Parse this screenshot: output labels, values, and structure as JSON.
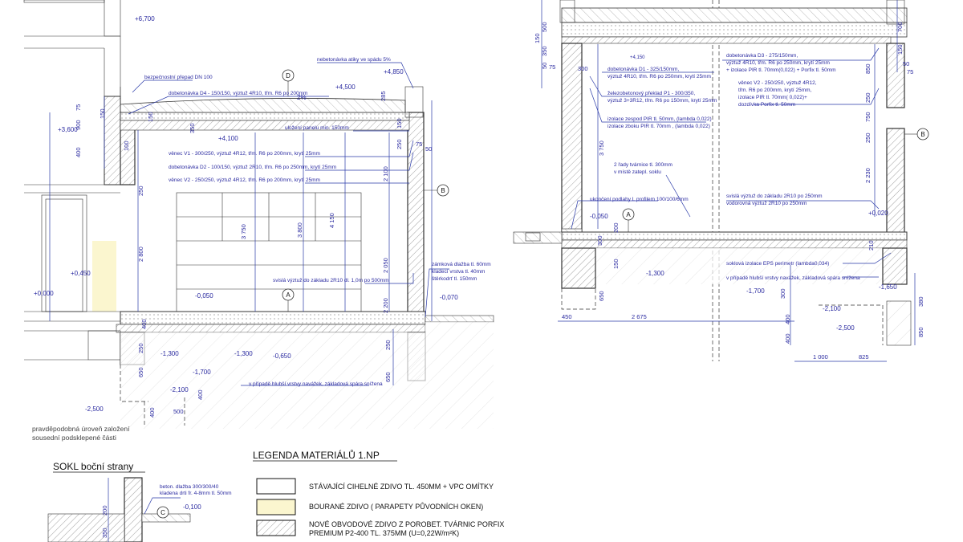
{
  "left_section": {
    "levels": [
      "+6,700",
      "+4,850",
      "+4,500",
      "+4,100",
      "+3,600",
      "+0,450",
      "+0,000",
      "-0,050",
      "-0,070",
      "-1,300",
      "-0,650",
      "-1,300",
      "-1,700",
      "-2,100",
      "-2,500"
    ],
    "labels": [
      "nebetonávka atiky ve spádu 5%",
      "bezpečnostní přepad DN 100",
      "dobetonávka D4 - 150/150, výztuž 4R10, třm. R6 po 200mm",
      "uložení panelu min. 150mm",
      "věnec V1 - 300/250, výztuž 4R12, třm. R6 po 200mm, krytí 25mm",
      "dobetonávka D2 - 100/150, výztuž 2R10, třm. R6 po 250mm, krytí 25mm",
      "věnec V2 - 250/250, výztuž 4R12, třm. R6 po 200mm, krytí 25mm",
      "zámková dlažba tl. 60mm",
      "kladecí vrstva tl. 40mm",
      "štěrkodrť tl. 150mm",
      "svislá výztuž do základu 2R10 dl. 1,0m po 500mm",
      "v případě hlubší vrstvy navážek, základová spára snížena",
      "pravděpodobná úroveň založení",
      "sousední podsklepené části"
    ],
    "slope": "2%",
    "dims": [
      "75",
      "900",
      "400",
      "150",
      "100",
      "150",
      "250",
      "2 800",
      "3 750",
      "3 800",
      "4 150",
      "2 100",
      "2 050",
      "2 200",
      "350",
      "400",
      "250",
      "650",
      "250",
      "650",
      "400",
      "500",
      "400",
      "75",
      "50",
      "285",
      "150",
      "250"
    ],
    "markers": [
      "D",
      "B",
      "A"
    ]
  },
  "right_section": {
    "levels": [
      "+4,150",
      "-0,050",
      "+0,020",
      "-1,300",
      "-1,700",
      "-2,100",
      "-2,500",
      "-1,650"
    ],
    "labels": [
      "dobetonávka D1 - 325/150mm,",
      "výztuž 4R10, třm. R6 po 250mm, krytí 25mm",
      "železobetonový překlad P1 - 300/350,",
      "výztuž 3+3R12, třm. R6 po 150mm, krytí 25mm",
      "izolace zespod PIR tl. 50mm, (lambda 0,022)",
      "izolace zboku PIR tl. 70mm , (lambda 0,022)",
      "2 řady tvárnice tl. 300mm",
      "v místě zatepl. soklu",
      "ukončení podlahy L profilem 100/100/6mm",
      "dobetonávka D3 - 275/150mm,",
      "výztuž 4R10, třm. R6 po 250mm, krytí 25mm",
      "+ izolace PIR tl. 70mm(0,022) + Porfix tl. 50mm",
      "věnec V2 - 250/250, výztuž 4R12,",
      "třm. R6 po 200mm, krytí 25mm,",
      "izolace PIR tl. 70mm( 0,022)+",
      "dozdívka Porfix tl. 50mm",
      "svislá výztuž do základu 2R10 po 250mm",
      "vodorovná výztuž 2R10 po 250mm",
      "soklová izolace EPS perimetr (lambda0,034)",
      "v případě hlubší vrstvy navážek, základová spára snížena"
    ],
    "dims": [
      "500",
      "150",
      "350",
      "50",
      "75",
      "300",
      "3 750",
      "850",
      "250",
      "750",
      "250",
      "2 230",
      "200",
      "300",
      "210",
      "150",
      "650",
      "300",
      "400",
      "400",
      "380",
      "850",
      "450",
      "2 675",
      "1 000",
      "825",
      "50",
      "75",
      "700",
      "150"
    ],
    "markers": [
      "B",
      "A"
    ]
  },
  "detail": {
    "title": "SOKL boční strany",
    "labels": [
      "beton. dlažba 300/300/40",
      "kladena drti fr. 4-8mm tl. 50mm"
    ],
    "level": "-0,100",
    "marker": "C",
    "dims": [
      "200",
      "350"
    ]
  },
  "legend": {
    "title": "LEGENDA MATERIÁLŮ 1.NP",
    "items": [
      {
        "text": "STÁVAJÍCÍ CIHELNÉ ZDIVO TL. 450MM + VPC OMÍTKY",
        "fill": "#ffffff"
      },
      {
        "text": "BOURANÉ ZDIVO ( PARAPETY PŮVODNÍCH OKEN)",
        "fill": "#fbf6cf"
      },
      {
        "text": "NOVÉ OBVODOVÉ ZDIVO Z POROBET. TVÁRNIC PORFIX",
        "text2": "PREMIUM P2-400 TL. 375MM (U=0,22W/m²K)",
        "fill": "hatch"
      }
    ]
  }
}
